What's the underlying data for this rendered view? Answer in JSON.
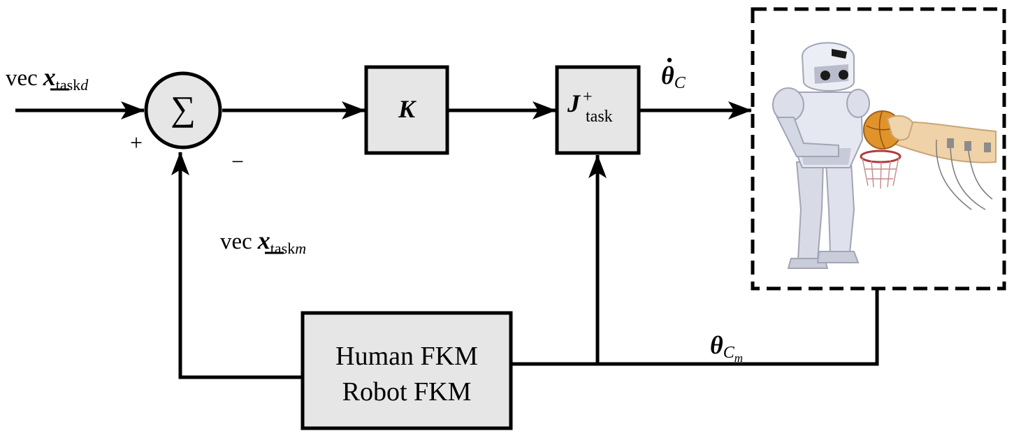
{
  "input_signal": {
    "prefix": "vec",
    "symbol": "x",
    "subscript_pre": "task",
    "subscript_var": "d"
  },
  "summing_junction": {
    "symbol": "∑",
    "plus_sign": "+",
    "minus_sign": "−"
  },
  "gain_block": {
    "label": "K"
  },
  "jacobian_block": {
    "symbol": "J",
    "superscript": "+",
    "subscript": "task"
  },
  "command_signal": {
    "symbol": "θ",
    "subscript": "C"
  },
  "fkm_block": {
    "line1": "Human FKM",
    "line2": "Robot FKM"
  },
  "feedback_signal": {
    "prefix": "vec",
    "symbol": "x",
    "subscript_pre": "task",
    "subscript_var": "m"
  },
  "measured_signal": {
    "symbol": "θ",
    "subscript": "C",
    "sub_subscript": "m"
  },
  "plant": {
    "icon": "humanoid-robot-with-basketball-icon"
  }
}
